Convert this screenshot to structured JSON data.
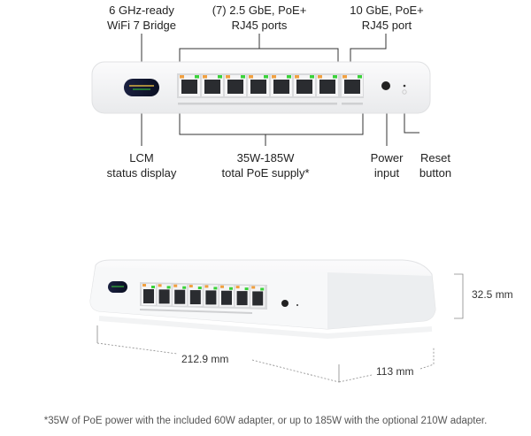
{
  "front_view": {
    "callouts": {
      "wifi_bridge": [
        "6 GHz-ready",
        "WiFi 7 Bridge"
      ],
      "rj45_2_5g": [
        "(7) 2.5 GbE, PoE+",
        "RJ45 ports"
      ],
      "rj45_10g": [
        "10 GbE, PoE+",
        "RJ45 port"
      ],
      "lcm": [
        "LCM",
        "status display"
      ],
      "poe_supply": [
        "35W-185W",
        "total PoE supply*"
      ],
      "power": [
        "Power",
        "input"
      ],
      "reset": [
        "Reset",
        "button"
      ]
    },
    "port_count": 8,
    "colors": {
      "led_orange": "#f0a040",
      "led_green": "#3ad23a",
      "body": "#f4f5f6"
    }
  },
  "dimensions": {
    "width": "212.9 mm",
    "depth": "113 mm",
    "height": "32.5 mm"
  },
  "footnote": "*35W of PoE power with the included 60W adapter, or up to 185W with the optional 210W adapter."
}
